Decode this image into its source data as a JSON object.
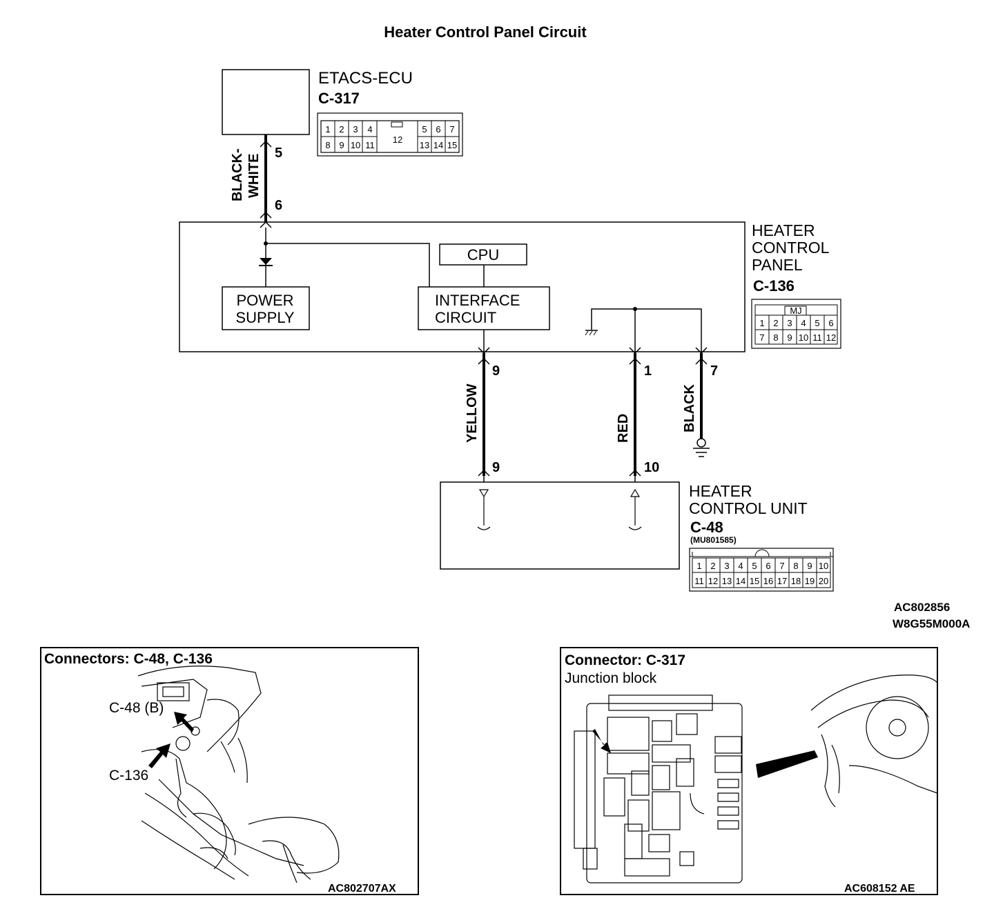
{
  "title": "Heater Control Panel Circuit",
  "etacs": {
    "name": "ETACS-ECU",
    "connector": "C-317",
    "pins_top": [
      "1",
      "2",
      "3",
      "4",
      "12",
      "5",
      "6",
      "7"
    ],
    "pins_bottom": [
      "8",
      "9",
      "10",
      "11",
      "13",
      "14",
      "15"
    ]
  },
  "wire_top": {
    "color": "BLACK-\nWHITE",
    "color_line1": "BLACK-",
    "color_line2": "WHITE",
    "pin_upper": "5",
    "pin_lower": "6"
  },
  "panel": {
    "name_line1": "HEATER",
    "name_line2": "CONTROL",
    "name_line3": "PANEL",
    "connector": "C-136",
    "connector_code": "MJ",
    "pins_top": [
      "1",
      "2",
      "3",
      "4",
      "5",
      "6"
    ],
    "pins_bottom": [
      "7",
      "8",
      "9",
      "10",
      "11",
      "12"
    ],
    "cpu": "CPU",
    "power_line1": "POWER",
    "power_line2": "SUPPLY",
    "iface_line1": "INTERFACE",
    "iface_line2": "CIRCUIT"
  },
  "wires": [
    {
      "color": "YELLOW",
      "pin_top": "9",
      "pin_bottom": "9"
    },
    {
      "color": "RED",
      "pin_top": "1",
      "pin_bottom": "10"
    },
    {
      "color": "BLACK",
      "pin_top": "7"
    }
  ],
  "unit": {
    "name_line1": "HEATER",
    "name_line2": "CONTROL UNIT",
    "connector": "C-48",
    "part": "(MU801585)",
    "pins_top": [
      "1",
      "2",
      "3",
      "4",
      "5",
      "6",
      "7",
      "8",
      "9",
      "10"
    ],
    "pins_bottom": [
      "11",
      "12",
      "13",
      "14",
      "15",
      "16",
      "17",
      "18",
      "19",
      "20"
    ]
  },
  "codes": {
    "code1": "AC802856",
    "code2": "W8G55M000A"
  },
  "photo_left": {
    "title": "Connectors: C-48, C-136",
    "label1": "C-48 (B)",
    "label2": "C-136",
    "code": "AC802707AX"
  },
  "photo_right": {
    "title": "Connector: C-317",
    "subtitle": "Junction block",
    "code": "AC608152 AE"
  }
}
